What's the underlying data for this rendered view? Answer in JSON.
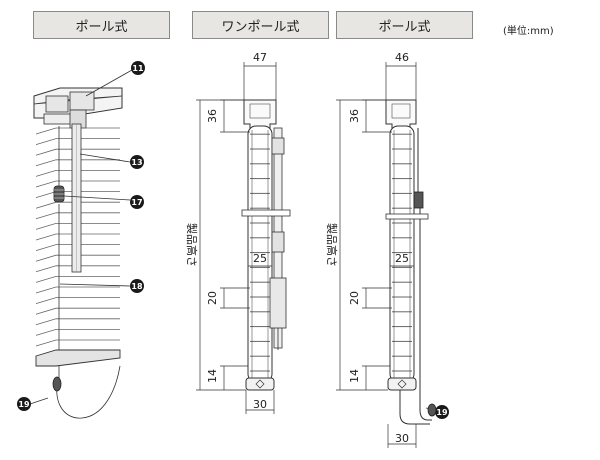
{
  "headers": {
    "pole_left": "ポール式",
    "one_pole": "ワンポール式",
    "pole_right": "ポール式"
  },
  "unit_label": "(単位:mm)",
  "callouts": {
    "c11": "11",
    "c13": "13",
    "c17": "17",
    "c18": "18",
    "c19a": "19",
    "c19b": "19"
  },
  "one_pole_dims": {
    "width_top": "47",
    "head_height": "36",
    "inner": "25",
    "slat_pitch": "20",
    "bottom_height": "14",
    "width_bottom": "30",
    "product_height": "製品高さ"
  },
  "pole_dims": {
    "width_top": "46",
    "head_height": "36",
    "inner": "25",
    "slat_pitch": "20",
    "bottom_height": "14",
    "width_bottom": "30",
    "product_height": "製品高さ"
  },
  "colors": {
    "badge": "#1a1a1a",
    "header_bg": "#e8e6e3",
    "line": "#333333"
  }
}
